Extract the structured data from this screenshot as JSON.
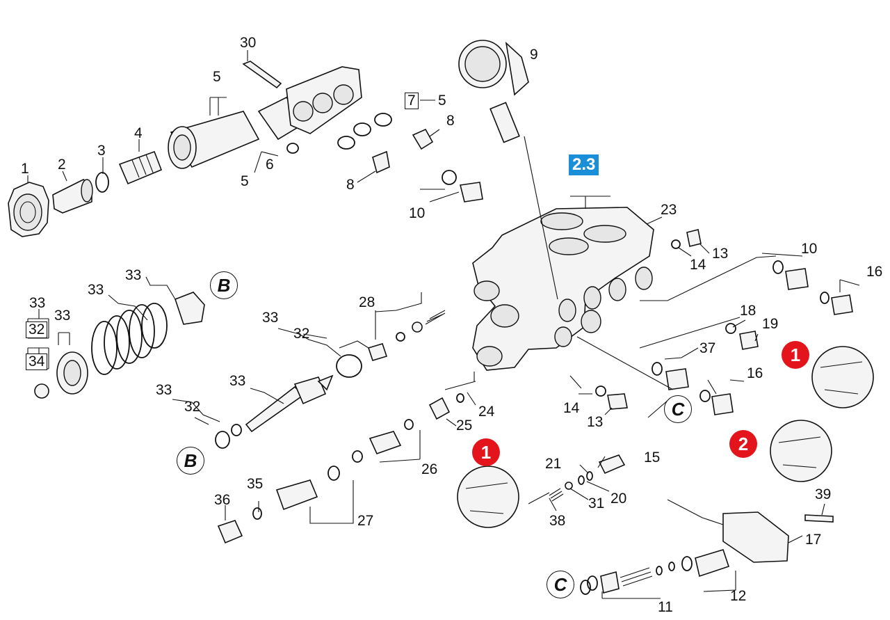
{
  "figure": {
    "part_numbers": [
      "1",
      "2",
      "3",
      "4",
      "5",
      "6",
      "7",
      "8",
      "9",
      "10",
      "11",
      "12",
      "13",
      "14",
      "15",
      "16",
      "17",
      "18",
      "19",
      "20",
      "21",
      "23",
      "24",
      "25",
      "26",
      "27",
      "28",
      "30",
      "31",
      "32",
      "33",
      "34",
      "35",
      "36",
      "37",
      "38",
      "39"
    ],
    "section_tag": "2.3",
    "reference_letters": [
      "B",
      "C"
    ],
    "view_markers": [
      "1",
      "2"
    ]
  },
  "labels": {
    "l1": "1",
    "l2": "2",
    "l3": "3",
    "l4": "4",
    "l5a": "5",
    "l5b": "5",
    "l5c": "5",
    "l6": "6",
    "l7": "7",
    "l8a": "8",
    "l8b": "8",
    "l9": "9",
    "l10a": "10",
    "l10b": "10",
    "l11": "11",
    "l12": "12",
    "l13a": "13",
    "l13b": "13",
    "l14a": "14",
    "l14b": "14",
    "l15": "15",
    "l16a": "16",
    "l16b": "16",
    "l17": "17",
    "l18": "18",
    "l19": "19",
    "l20": "20",
    "l21": "21",
    "l23": "23",
    "l24": "24",
    "l25": "25",
    "l26": "26",
    "l27": "27",
    "l28": "28",
    "l30": "30",
    "l31": "31",
    "l32a": "32",
    "l32b": "32",
    "l32c": "32",
    "l33a": "33",
    "l33b": "33",
    "l33c": "33",
    "l33d": "33",
    "l33e": "33",
    "l33f": "33",
    "l33g": "33",
    "l34": "34",
    "l35": "35",
    "l36": "36",
    "l37": "37",
    "l38": "38",
    "l39": "39"
  },
  "refs": {
    "b1": "B",
    "b2": "B",
    "c1": "C",
    "c2": "C",
    "m1a": "1",
    "m1b": "1",
    "m2": "2"
  },
  "colors": {
    "section_tag": "#1a8fd8",
    "view_marker": "#e3141b"
  }
}
